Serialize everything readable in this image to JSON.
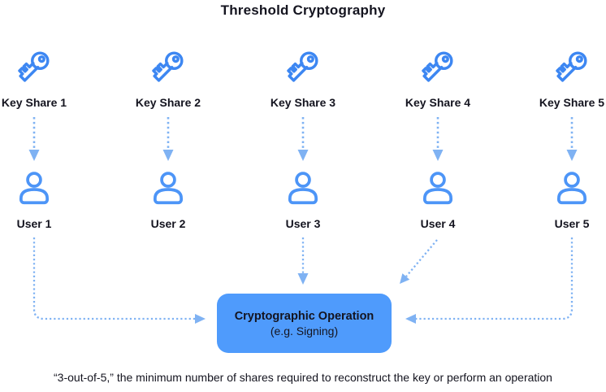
{
  "title": "Threshold Cryptography",
  "columns": [
    {
      "key_label": "Key Share 1",
      "user_label": "User 1"
    },
    {
      "key_label": "Key Share 2",
      "user_label": "User 2"
    },
    {
      "key_label": "Key Share 3",
      "user_label": "User 3"
    },
    {
      "key_label": "Key Share 4",
      "user_label": "User 4"
    },
    {
      "key_label": "Key Share 5",
      "user_label": "User 5"
    }
  ],
  "operation_box": {
    "line1": "Cryptographic Operation",
    "line2": "(e.g. Signing)"
  },
  "caption": "“3-out-of-5,” the minimum number of shares required to reconstruct the key or perform an operation",
  "icons": {
    "key": "key-icon",
    "user": "person-icon",
    "arrow": "dashed-arrow"
  },
  "connections": [
    {
      "from": "key-share-1",
      "to": "user-1",
      "style": "dashed-down-arrow"
    },
    {
      "from": "key-share-2",
      "to": "user-2",
      "style": "dashed-down-arrow"
    },
    {
      "from": "key-share-3",
      "to": "user-3",
      "style": "dashed-down-arrow"
    },
    {
      "from": "key-share-4",
      "to": "user-4",
      "style": "dashed-down-arrow"
    },
    {
      "from": "key-share-5",
      "to": "user-5",
      "style": "dashed-down-arrow"
    },
    {
      "from": "user-1",
      "to": "cryptographic-operation",
      "style": "dotted-elbow-left"
    },
    {
      "from": "user-3",
      "to": "cryptographic-operation",
      "style": "dotted-straight-down"
    },
    {
      "from": "user-4",
      "to": "cryptographic-operation",
      "style": "dotted-diagonal"
    },
    {
      "from": "user-5",
      "to": "cryptographic-operation",
      "style": "dotted-elbow-right"
    }
  ],
  "colors": {
    "key_icon": "#3D87F2",
    "person_icon": "#4D95F7",
    "arrow": "#7FB2F3",
    "box_bg": "#4F9BFC",
    "text": "#14141F",
    "bg": "#FFFFFF"
  }
}
